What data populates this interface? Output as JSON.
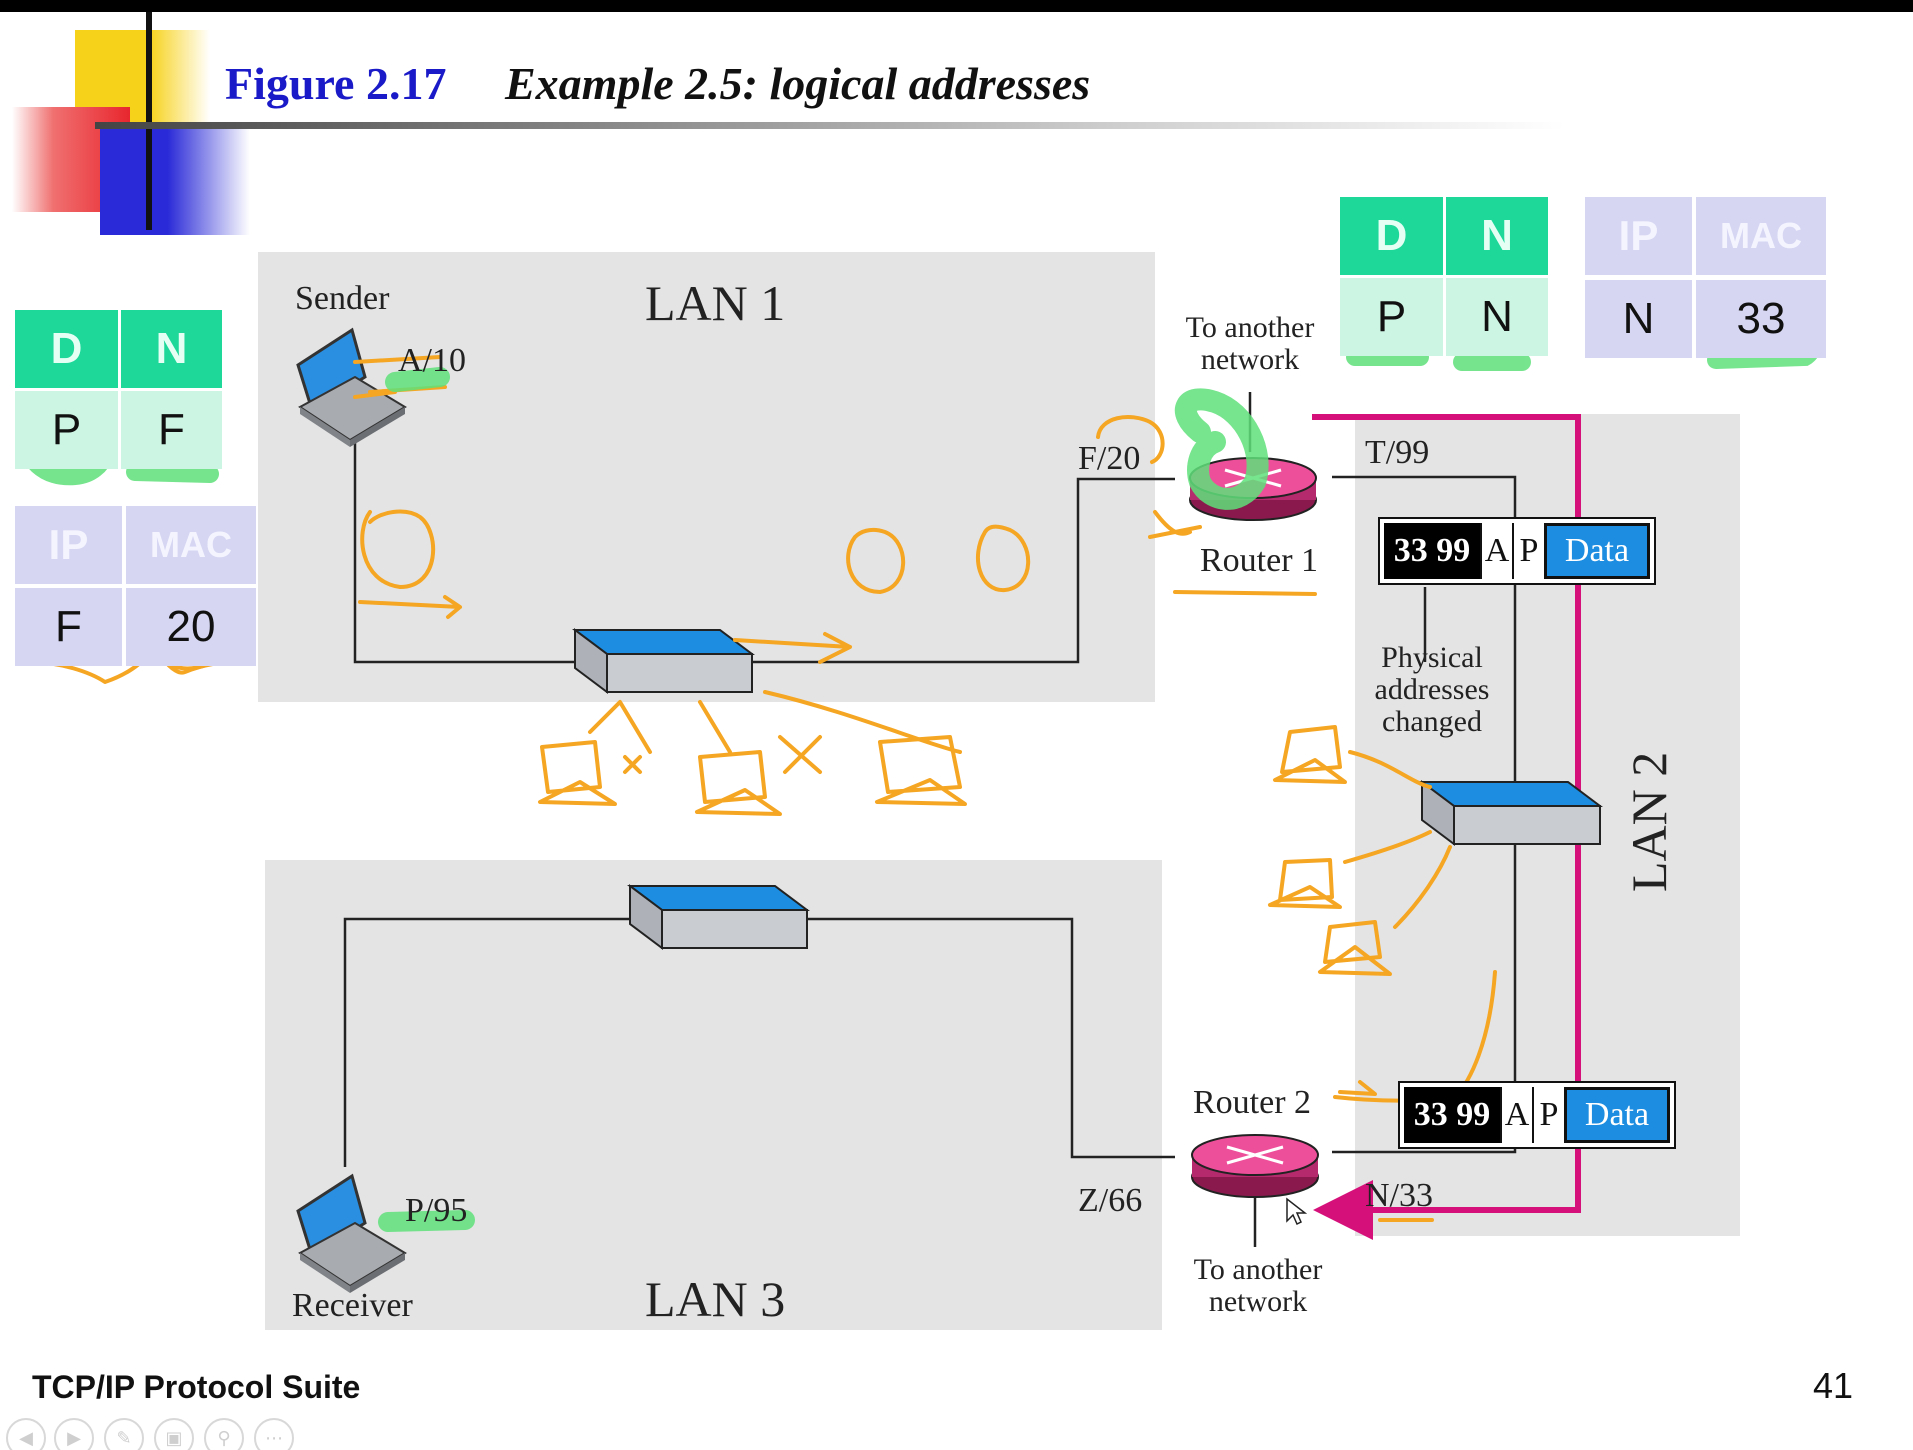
{
  "title": {
    "figure": "Figure 2.17",
    "example": "Example 2.5: logical addresses"
  },
  "lans": {
    "lan1": "LAN 1",
    "lan2": "LAN 2",
    "lan3": "LAN 3"
  },
  "nodes": {
    "sender": {
      "label": "Sender",
      "address": "A/10"
    },
    "receiver": {
      "label": "Receiver",
      "address": "P/95"
    },
    "router1": {
      "label": "Router 1",
      "left_address": "F/20",
      "right_address": "T/99",
      "other_network": "To another network"
    },
    "router2": {
      "label": "Router 2",
      "left_address": "Z/66",
      "right_address": "N/33",
      "other_network": "To another network"
    }
  },
  "frames": [
    {
      "mac_dst": "33",
      "mac_src": "99",
      "ip_src": "A",
      "ip_dst": "P",
      "payload": "Data"
    },
    {
      "mac_dst": "33",
      "mac_src": "99",
      "ip_src": "A",
      "ip_dst": "P",
      "payload": "Data"
    }
  ],
  "frame_note": "Physical addresses changed",
  "tables": {
    "left_dn": {
      "headers": [
        "D",
        "N"
      ],
      "values": [
        "P",
        "F"
      ]
    },
    "left_ipmac": {
      "headers": [
        "IP",
        "MAC"
      ],
      "values": [
        "F",
        "20"
      ]
    },
    "right_dn": {
      "headers": [
        "D",
        "N"
      ],
      "values": [
        "P",
        "N"
      ]
    },
    "right_ipmac": {
      "headers": [
        "IP",
        "MAC"
      ],
      "values": [
        "N",
        "33"
      ]
    }
  },
  "footer": {
    "left": "TCP/IP Protocol Suite",
    "page": "41"
  },
  "colors": {
    "path": "#d6107a",
    "router": "#ee4f9a",
    "switch_top": "#1c8de0",
    "lan_bg": "#e4e4e4",
    "table_green": "#1ed89a",
    "table_purple": "#d6d6f3",
    "annotation_orange": "#f5a623",
    "annotation_green": "#5ee07a"
  }
}
